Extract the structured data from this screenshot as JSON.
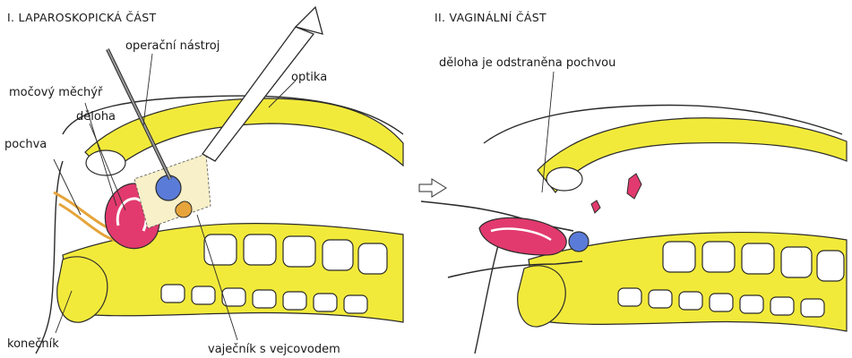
{
  "panels": {
    "left": {
      "title": "I. LAPAROSKOPICKÁ ČÁST",
      "labels": {
        "instrument": "operační nástroj",
        "optics": "optika",
        "bladder": "močový měchýř",
        "uterus": "děloha",
        "vagina": "pochva",
        "rectum": "konečník",
        "ovary": "vaječník s vejcovodem"
      }
    },
    "right": {
      "title": "II. VAGINÁLNÍ ČÁST",
      "labels": {
        "uterus_removed": "děloha je odstraněna pochvou"
      }
    }
  },
  "colors": {
    "fat_yellow": "#f2ea3a",
    "uterus_pink": "#e23a6e",
    "ovary_blue": "#5a7bd8",
    "tissue_orange": "#e6a43a",
    "bone_fill": "#ffffff",
    "outline": "#2b2b2b",
    "optic_cone": "#f7f0c8"
  }
}
